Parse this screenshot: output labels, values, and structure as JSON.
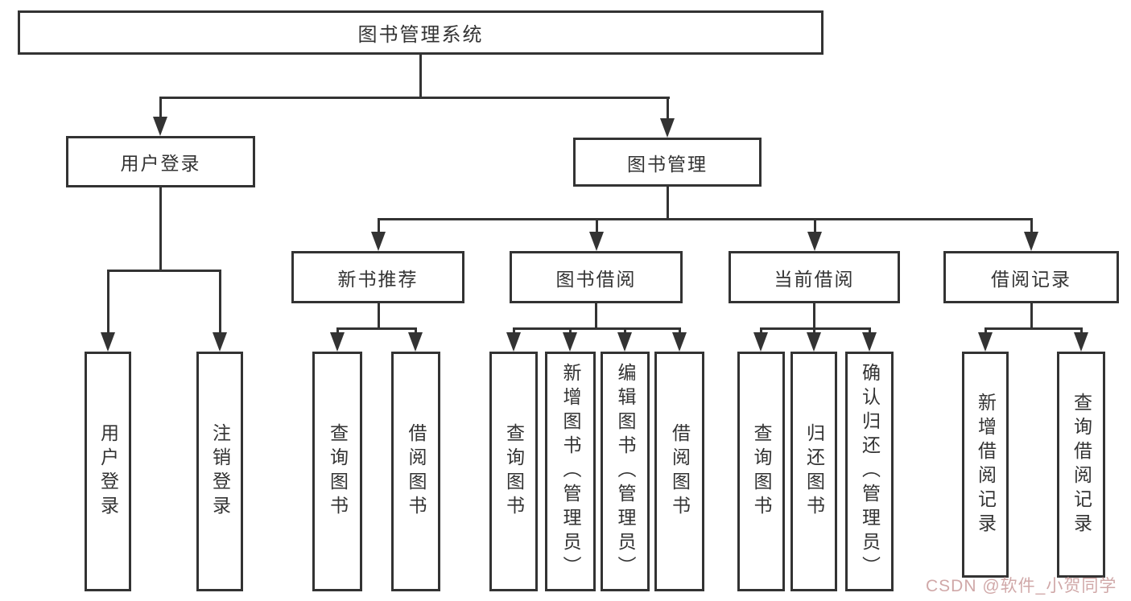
{
  "root": "图书管理系统",
  "level2": [
    "用户登录",
    "图书管理"
  ],
  "level3": [
    "新书推荐",
    "图书借阅",
    "当前借阅",
    "借阅记录"
  ],
  "leaves": {
    "user_login": [
      "用户登录",
      "注销登录"
    ],
    "new_books": [
      "查询图书",
      "借阅图书"
    ],
    "book_borrow": [
      "查询图书",
      "新增图书（管理员）",
      "编辑图书（管理员）",
      "借阅图书"
    ],
    "current_borrow": [
      "查询图书",
      "归还图书",
      "确认归还（管理员）"
    ],
    "borrow_records": [
      "新增借阅记录",
      "查询借阅记录"
    ]
  },
  "watermark": "CSDN @软件_小贺同学",
  "colors": {
    "line": "#333333",
    "box_border": "#333333",
    "text": "#333333",
    "watermark": "#cb9e9e",
    "background": "#ffffff"
  }
}
